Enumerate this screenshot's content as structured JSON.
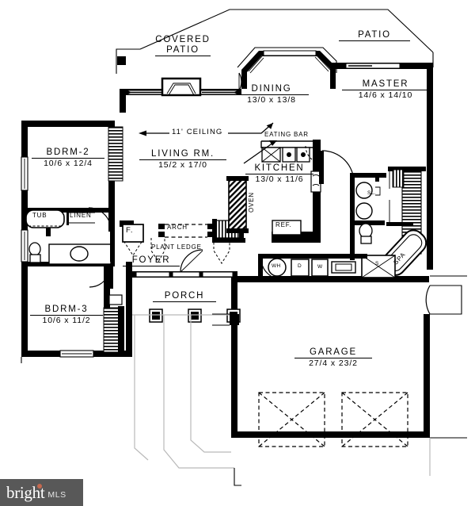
{
  "document": {
    "type": "residential-floor-plan",
    "level": "main-floor"
  },
  "rooms": [
    {
      "id": "covered-patio",
      "name": "COVERED\nPATIO",
      "name_line1": "COVERED",
      "name_line2": "PATIO",
      "dimensions": ""
    },
    {
      "id": "patio",
      "name": "PATIO",
      "dimensions": ""
    },
    {
      "id": "dining",
      "name": "DINING",
      "dimensions": "13/0 x 13/8"
    },
    {
      "id": "master",
      "name": "MASTER",
      "dimensions": "14/6 x 14/10"
    },
    {
      "id": "living-room",
      "name": "LIVING RM.",
      "dimensions": "15/2 x 17/0"
    },
    {
      "id": "kitchen",
      "name": "KITCHEN",
      "dimensions": "13/0 x 11/6"
    },
    {
      "id": "bdrm-2",
      "name": "BDRM-2",
      "dimensions": "10/6 x 12/4"
    },
    {
      "id": "bdrm-3",
      "name": "BDRM-3",
      "dimensions": "10/6 x 11/2"
    },
    {
      "id": "garage",
      "name": "GARAGE",
      "dimensions": "27/4 x 23/2"
    },
    {
      "id": "foyer",
      "name": "FOYER",
      "dimensions": ""
    },
    {
      "id": "porch",
      "name": "PORCH",
      "dimensions": ""
    }
  ],
  "annotations": {
    "ceiling_note": "11' CEILING",
    "eating_bar": "EATING BAR",
    "plant_ledge": "PLANT LEDGE",
    "arch": "ARCH",
    "tub": "TUB",
    "linen": "LINEN",
    "fireplace": "F.",
    "oven": "OVEN",
    "refrigerator": "REF.",
    "spa": "SPA",
    "shelf": "SL.",
    "storage": "S",
    "water_heater": "WH",
    "dryer": "D",
    "washer": "W"
  },
  "watermark": {
    "brand_word": "bright",
    "brand_suffix": "MLS",
    "background_color": "#585858",
    "accent_color": "#c4694f"
  },
  "colors": {
    "ink": "#000000",
    "paper": "#ffffff"
  }
}
